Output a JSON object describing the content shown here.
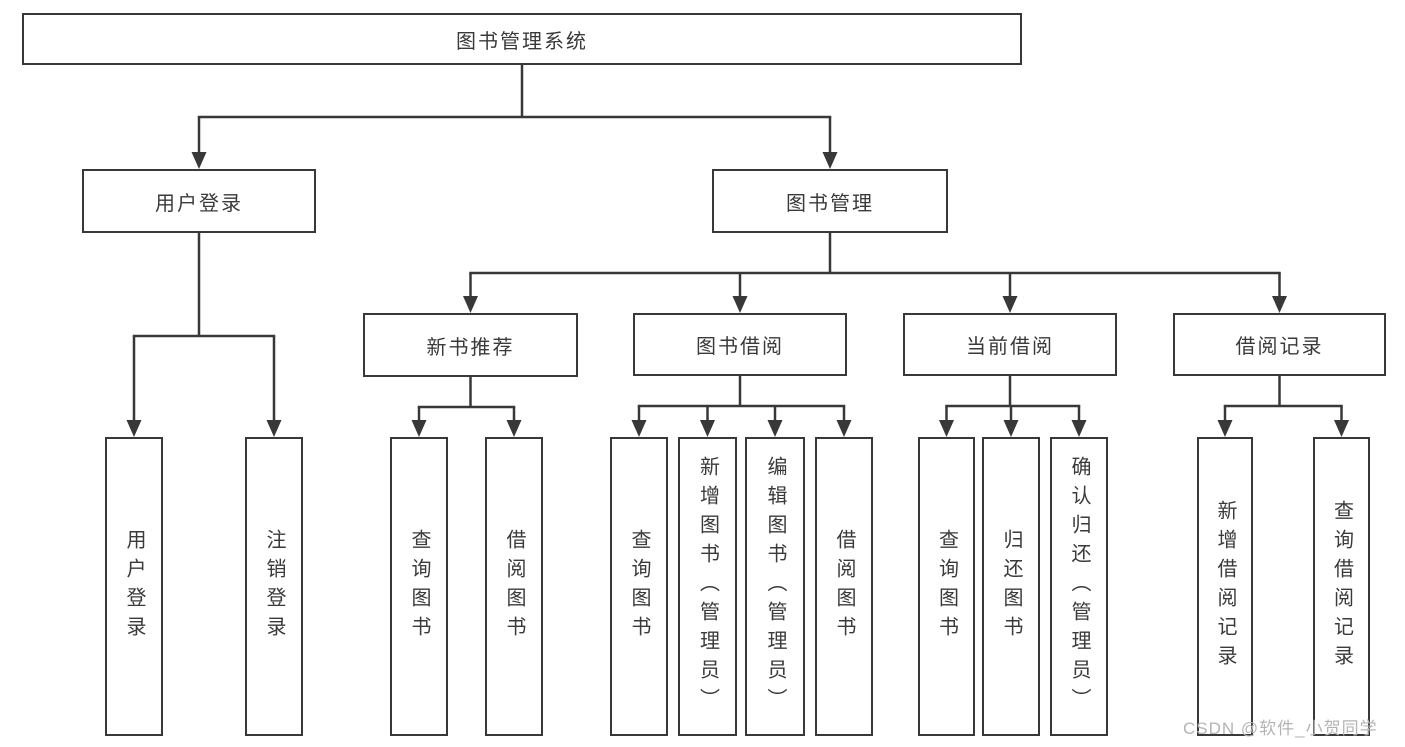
{
  "diagram": {
    "title": "图书管理系统",
    "line_color": "#383838",
    "nodes": {
      "root": {
        "label": "图书管理系统"
      },
      "login": {
        "label": "用户登录"
      },
      "mgmt": {
        "label": "图书管理"
      },
      "rec": {
        "label": "新书推荐"
      },
      "borrow": {
        "label": "图书借阅"
      },
      "current": {
        "label": "当前借阅"
      },
      "record": {
        "label": "借阅记录"
      },
      "login_user": {
        "label": "用户登录"
      },
      "login_logout": {
        "label": "注销登录"
      },
      "rec_query": {
        "label": "查询图书"
      },
      "rec_borrow": {
        "label": "借阅图书"
      },
      "borrow_query": {
        "label": "查询图书"
      },
      "borrow_add": {
        "label": "新增图书（管理员）"
      },
      "borrow_edit": {
        "label": "编辑图书（管理员）"
      },
      "borrow_borrow": {
        "label": "借阅图书"
      },
      "current_query": {
        "label": "查询图书"
      },
      "current_return": {
        "label": "归还图书"
      },
      "current_confirm": {
        "label": "确认归还（管理员）"
      },
      "record_add": {
        "label": "新增借阅记录"
      },
      "record_query": {
        "label": "查询借阅记录"
      }
    },
    "edges": [
      [
        "root",
        "login"
      ],
      [
        "root",
        "mgmt"
      ],
      [
        "login",
        "login_user"
      ],
      [
        "login",
        "login_logout"
      ],
      [
        "mgmt",
        "rec"
      ],
      [
        "mgmt",
        "borrow"
      ],
      [
        "mgmt",
        "current"
      ],
      [
        "mgmt",
        "record"
      ],
      [
        "rec",
        "rec_query"
      ],
      [
        "rec",
        "rec_borrow"
      ],
      [
        "borrow",
        "borrow_query"
      ],
      [
        "borrow",
        "borrow_add"
      ],
      [
        "borrow",
        "borrow_edit"
      ],
      [
        "borrow",
        "borrow_borrow"
      ],
      [
        "current",
        "current_query"
      ],
      [
        "current",
        "current_return"
      ],
      [
        "current",
        "current_confirm"
      ],
      [
        "record",
        "record_add"
      ],
      [
        "record",
        "record_query"
      ]
    ]
  },
  "watermark": {
    "text": "CSDN @软件_小贺同学"
  }
}
